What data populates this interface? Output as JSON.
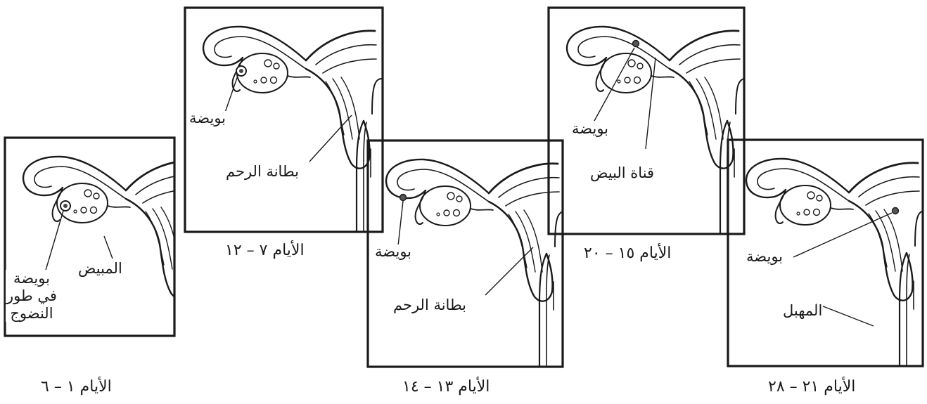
{
  "diagram": {
    "panels": [
      {
        "id": "days-1-6",
        "caption": "الأيام ١ – ٦",
        "egg_stage": "follicle",
        "labels": [
          {
            "key": "egg",
            "text": "بويضة\nفي طور\nالنضوج"
          },
          {
            "key": "ovary",
            "text": "المبيض"
          }
        ]
      },
      {
        "id": "days-7-12",
        "caption": "الأيام ٧ – ١٢",
        "egg_stage": "follicle",
        "labels": [
          {
            "key": "egg",
            "text": "بويضة"
          },
          {
            "key": "uterine-lining",
            "text": "بطانة الرحم"
          }
        ]
      },
      {
        "id": "days-13-14",
        "caption": "الأيام ١٣ – ١٤",
        "egg_stage": "released",
        "labels": [
          {
            "key": "egg",
            "text": "بويضة"
          },
          {
            "key": "uterine-lining",
            "text": "بطانة الرحم"
          }
        ]
      },
      {
        "id": "days-15-20",
        "caption": "الأيام ١٥ – ٢٠",
        "egg_stage": "in-tube",
        "labels": [
          {
            "key": "egg",
            "text": "بويضة"
          },
          {
            "key": "fallopian-tube",
            "text": "قناة البيض"
          }
        ]
      },
      {
        "id": "days-21-28",
        "caption": "الأيام ٢١ – ٢٨",
        "egg_stage": "in-uterus",
        "labels": [
          {
            "key": "egg",
            "text": "بويضة"
          },
          {
            "key": "vagina",
            "text": "المهبل"
          }
        ]
      }
    ]
  }
}
